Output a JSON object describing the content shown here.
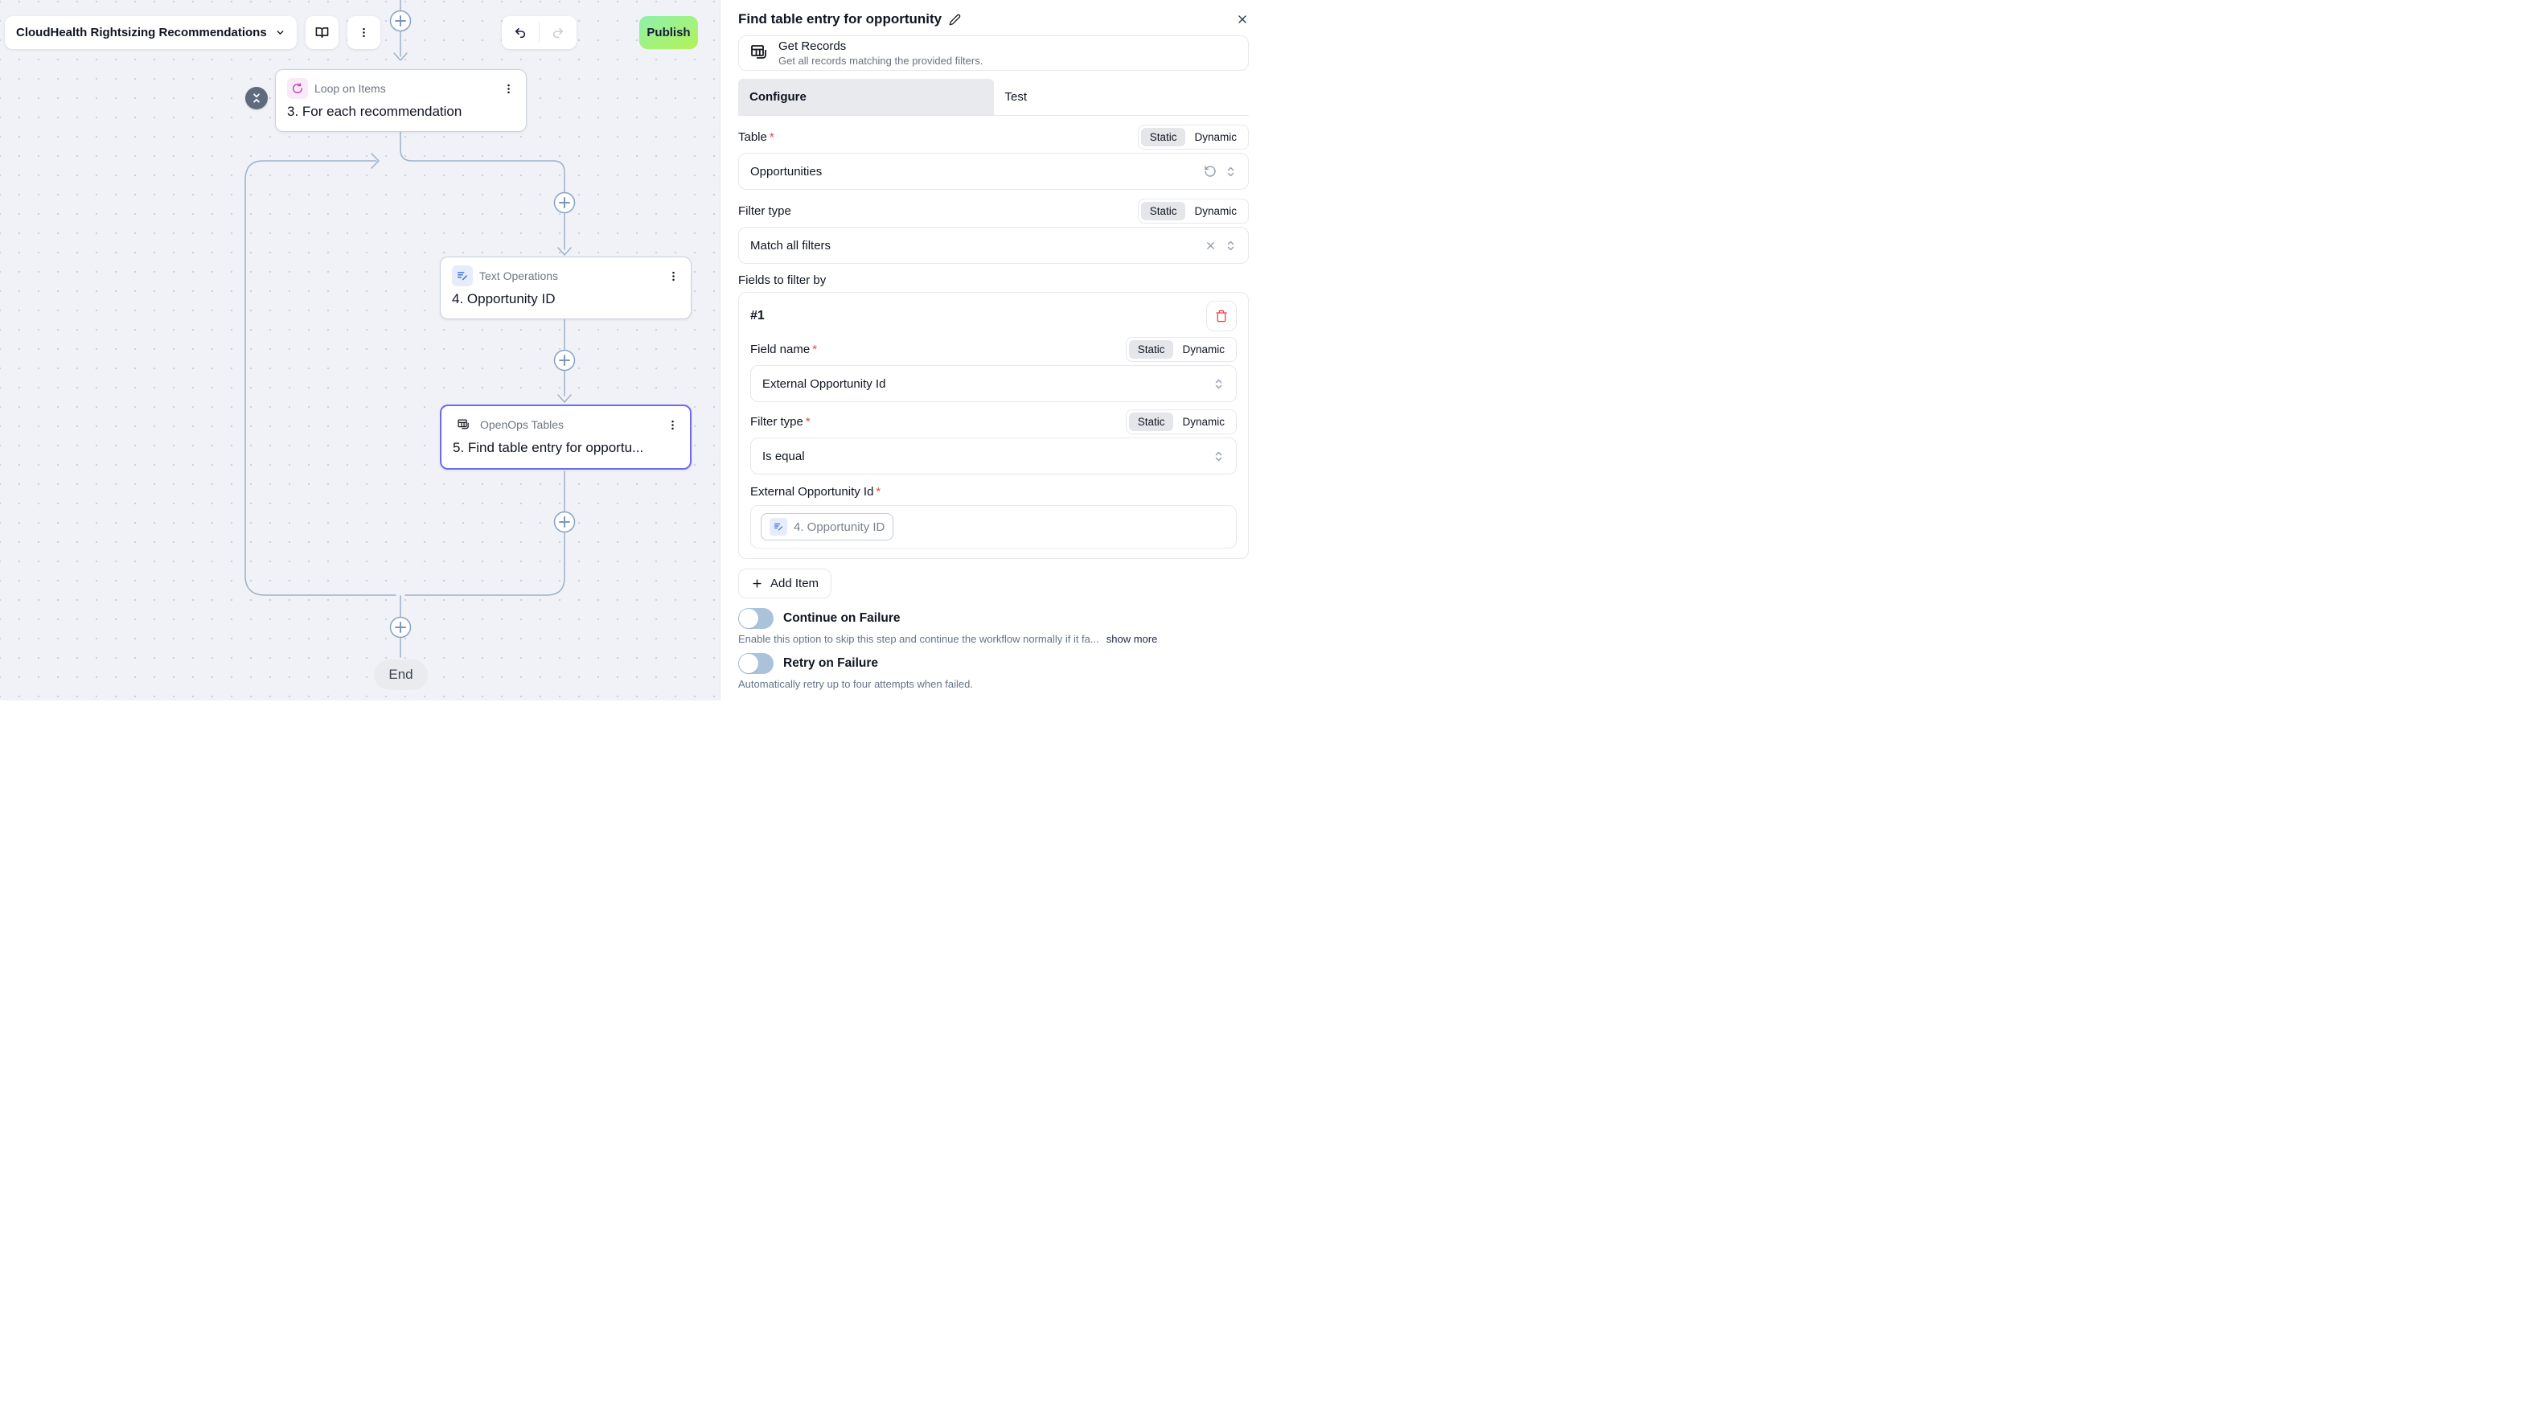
{
  "header": {
    "flow_selector_label": "CloudHealth Rightsizing Recommendations",
    "publish_label": "Publish"
  },
  "canvas": {
    "nodes": {
      "loop": {
        "app": "Loop on Items",
        "title": "3. For each recommendation"
      },
      "text": {
        "app": "Text Operations",
        "title": "4. Opportunity ID"
      },
      "tables": {
        "app": "OpenOps Tables",
        "title": "5. Find table entry for opportu..."
      }
    },
    "end_label": "End"
  },
  "panel": {
    "title": "Find table entry for opportunity",
    "action_name": "Get Records",
    "action_description": "Get all records matching the provided filters.",
    "tabs": {
      "configure": "Configure",
      "test": "Test"
    },
    "toggle": {
      "static": "Static",
      "dynamic": "Dynamic"
    },
    "table": {
      "label": "Table",
      "value": "Opportunities"
    },
    "filter_type": {
      "label": "Filter type",
      "value": "Match all filters"
    },
    "fields_section": {
      "label": "Fields to filter by",
      "item_number": "#1",
      "field_name": {
        "label": "Field name",
        "value": "External Opportunity Id"
      },
      "filter_type": {
        "label": "Filter type",
        "value": "Is equal"
      },
      "external_opportunity_id": {
        "label": "External Opportunity Id",
        "token": "4. Opportunity ID"
      }
    },
    "add_item_label": "Add Item",
    "continue_on_failure": {
      "label": "Continue on Failure",
      "help": "Enable this option to skip this step and continue the workflow normally if it fa...",
      "show_more": "show more",
      "enabled": false
    },
    "retry_on_failure": {
      "label": "Retry on Failure",
      "help": "Automatically retry up to four attempts when failed.",
      "enabled": false
    }
  },
  "colors": {
    "publish_gradient_start": "#8df0ab",
    "publish_gradient_end": "#b3f356",
    "selected_node_border": "#6e6af0",
    "loop_icon": "#c23bbd",
    "text_operations_icon": "#2f6bdf",
    "danger": "#ef4444",
    "toggle_track_off": "#abc3da",
    "edge": "#9db2c9"
  }
}
